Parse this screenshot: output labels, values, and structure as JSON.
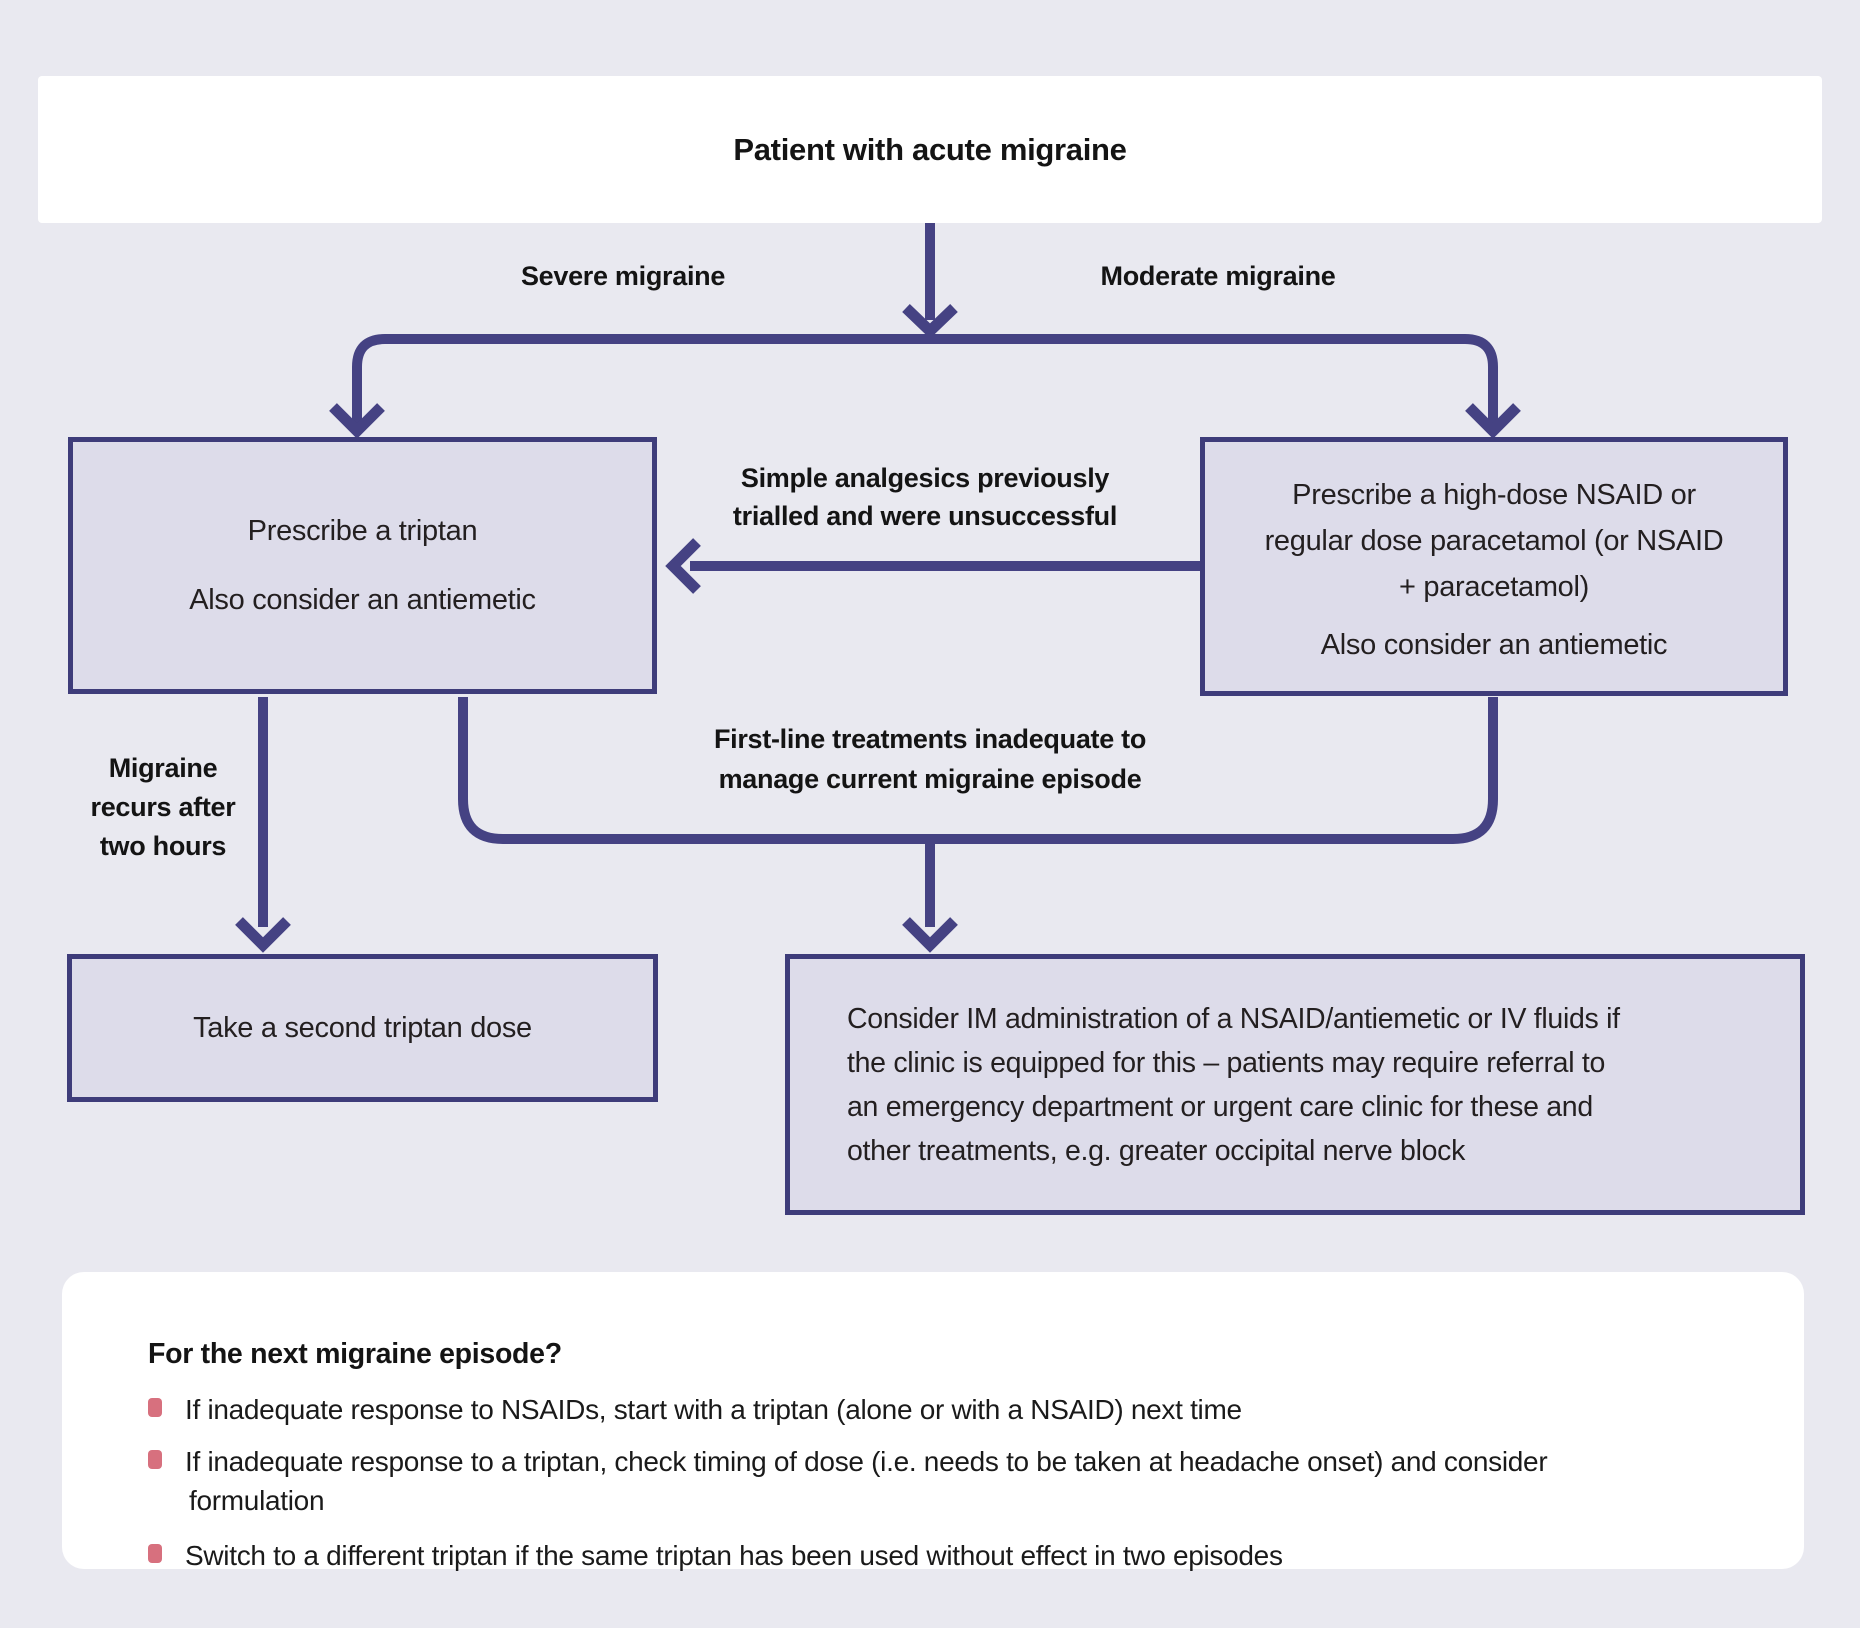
{
  "colors": {
    "page_background": "#e9e9f0",
    "band_background": "#ffffff",
    "wire": "#454283",
    "node_fill": "#dddcea",
    "node_border": "#3e3c7a",
    "bullet": "#d7707e"
  },
  "header": {
    "title": "Patient with acute migraine"
  },
  "branches": {
    "severe_label": "Severe migraine",
    "moderate_label": "Moderate migraine"
  },
  "boxes": {
    "triptan": {
      "line1": "Prescribe a triptan",
      "line2": "Also consider an antiemetic"
    },
    "nsaid": {
      "line1": "Prescribe a high-dose NSAID  or",
      "line2": "regular dose paracetamol (or NSAID",
      "line3": "+ paracetamol)",
      "line4": "Also consider an antiemetic"
    },
    "second_dose": {
      "line1": "Take a second triptan dose"
    },
    "escalation": {
      "line1": "Consider IM administration of a NSAID/antiemetic or IV fluids if",
      "line2": "the clinic is equipped for this – patients may require referral to",
      "line3": "an emergency department or urgent care clinic for these and",
      "line4": "other treatments, e.g. greater occipital nerve block"
    }
  },
  "edge_labels": {
    "simple_analgesics": {
      "line1": "Simple analgesics previously",
      "line2": "trialled and were unsuccessful"
    },
    "first_line": {
      "line1": "First-line treatments inadequate to",
      "line2": "manage current migraine episode"
    },
    "recurs": {
      "line1": "Migraine",
      "line2": "recurs after",
      "line3": "two hours"
    }
  },
  "panel": {
    "heading": "For the next migraine episode?",
    "bullets": [
      {
        "line1": "If inadequate response to NSAIDs, start with a triptan (alone or with a NSAID) next time"
      },
      {
        "line1": "If inadequate response to a triptan, check timing of dose (i.e. needs to be taken at headache onset) and consider",
        "line2": "formulation"
      },
      {
        "line1": "Switch to a different triptan if the same triptan has been used without effect in two episodes"
      }
    ]
  }
}
